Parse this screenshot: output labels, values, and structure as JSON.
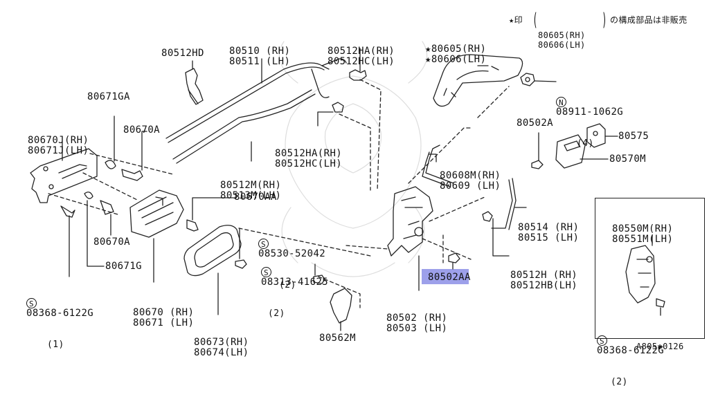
{
  "labels": {
    "p80510": "80510 (RH)",
    "p80511": "80511 (LH)",
    "p80512ha_top": "80512HA(RH)",
    "p80512hc_top": "80512HC(LH)",
    "p80605": "★80605(RH)",
    "p80606": "★80606(LH)",
    "note_star": "★印",
    "note_rh": "80605(RH)",
    "note_lh": "80606(LH)",
    "note_text": "の構成部品は非販売",
    "p80512hd": "80512HD",
    "p80671ga": "80671GA",
    "p80670j": "80670J(RH)",
    "p80671j": "80671J(LH)",
    "p80670a_top": "80670A",
    "nut_code": "08911-1062G",
    "nut_qty": "(4)",
    "nut_symbol": "N",
    "p80502a": "80502A",
    "p80575": "80575",
    "p80570m": "80570M",
    "p80512ha_mid": "80512HA(RH)",
    "p80512hc_mid": "80512HC(LH)",
    "p80608m": "80608M(RH)",
    "p80609": "80609 (LH)",
    "p80512m": "80512M(RH)",
    "p80513m": "80513M(LH)",
    "p80670aa": "80670AA",
    "p80514": "80514 (RH)",
    "p80515": "80515 (LH)",
    "p80550m": "80550M(RH)",
    "p80551m": "80551M(LH)",
    "s08530_code": "08530-52042",
    "s08530_qty": "(2)",
    "p80670a_bot": "80670A",
    "s08313_code": "08313-41625",
    "s08313_qty": "(2)",
    "p80512h": "80512H (RH)",
    "p80512hb": "80512HB(LH)",
    "p80671g": "80671G",
    "s08368_code": "08368-6122G",
    "s08368_qty": "(1)",
    "p80502aa": "80502AA",
    "p80670": "80670 (RH)",
    "p80671": "80671 (LH)",
    "p80502": "80502 (RH)",
    "p80503": "80503 (LH)",
    "p80673": "80673(RH)",
    "p80674": "80674(LH)",
    "p80562m": "80562M",
    "inset_s08368_code": "08368-6122G",
    "inset_s08368_qty": "(2)",
    "screw_symbol": "S",
    "figure_code": "A805✱0126"
  },
  "highlight_color": "#8c8fe6"
}
